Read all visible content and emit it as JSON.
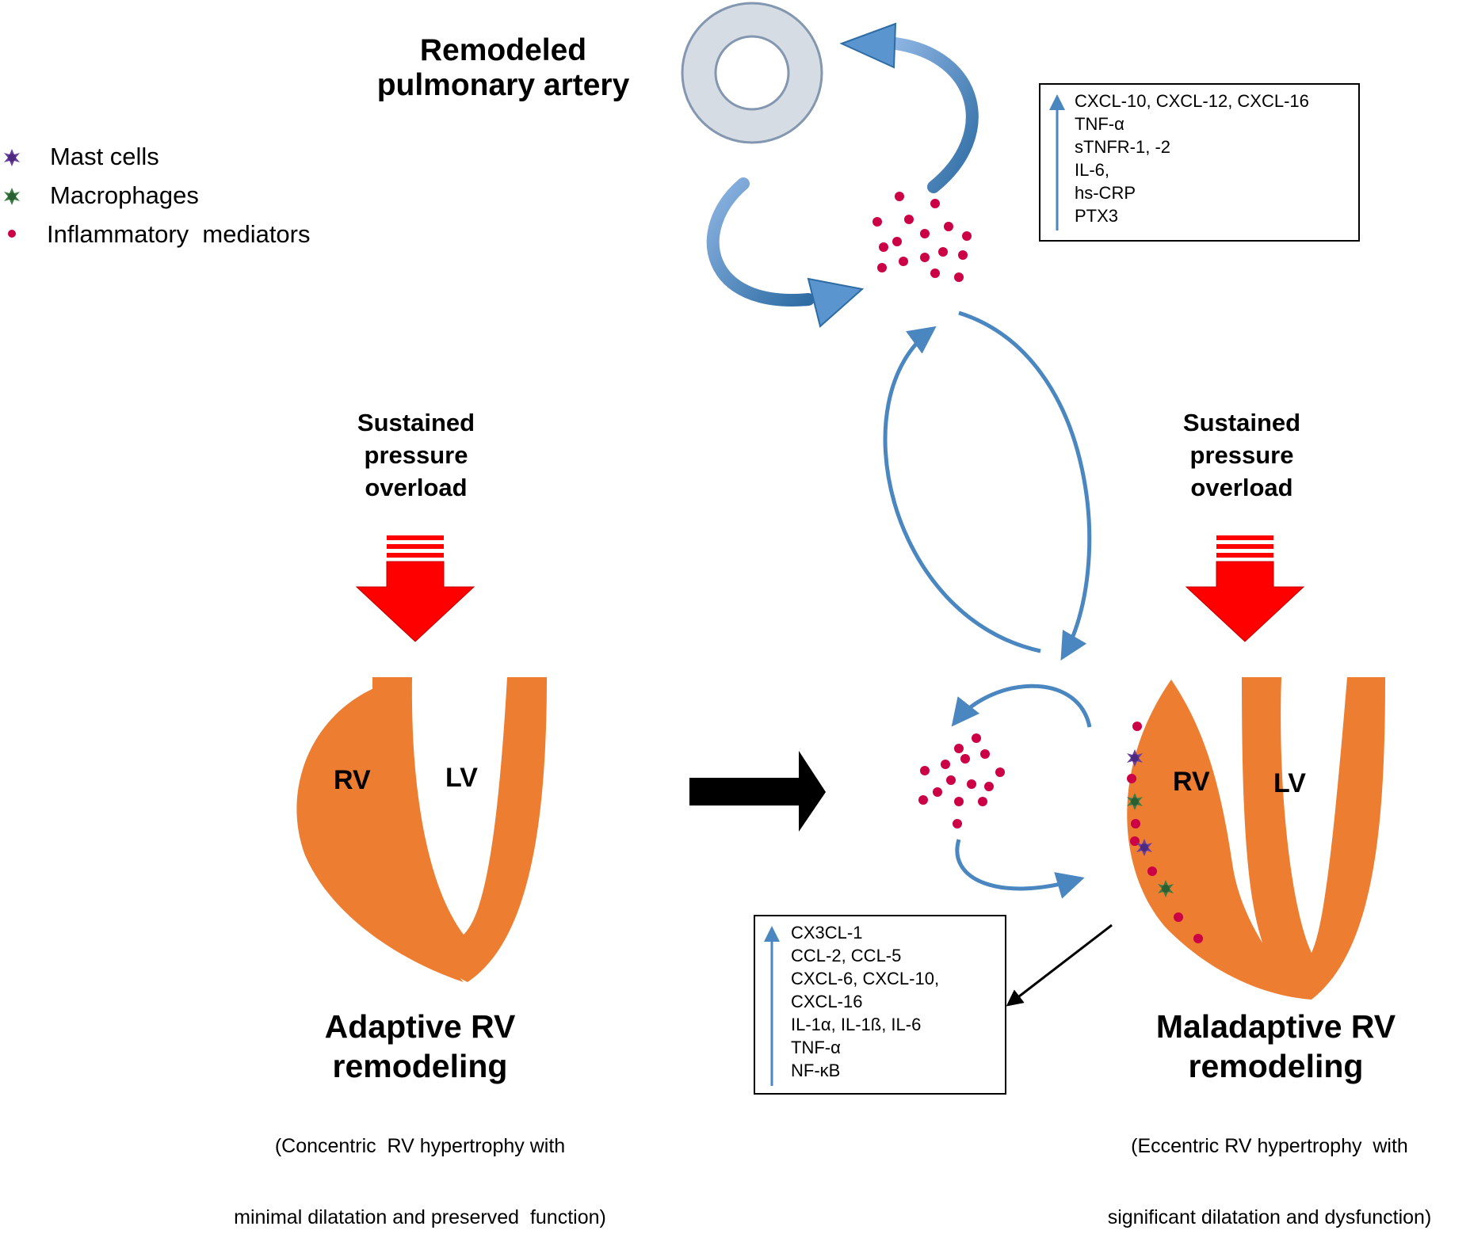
{
  "title": {
    "line1": "Remodeled",
    "line2": "pulmonary artery"
  },
  "legend": [
    {
      "icon": "mast-cell-icon",
      "label": "Mast cells",
      "color": "#6b3fa0"
    },
    {
      "icon": "macrophage-icon",
      "label": "Macrophages",
      "color": "#3a7d44"
    },
    {
      "icon": "inflammatory-mediator-icon",
      "label": "Inflammatory  mediators",
      "color": "#cc0044"
    }
  ],
  "top_box": {
    "items": [
      "CXCL-10, CXCL-12, CXCL-16",
      "TNF-α",
      "sTNFR-1, -2",
      "IL-6,",
      "hs-CRP",
      "PTX3"
    ]
  },
  "bottom_box": {
    "items": [
      "CX3CL-1",
      "CCL-2, CCL-5",
      "CXCL-6, CXCL-10,",
      "CXCL-16",
      "IL-1α, IL-1ß, IL-6",
      "TNF-α",
      "NF-κB"
    ]
  },
  "left": {
    "stimulus": [
      "Sustained",
      "pressure",
      "overload"
    ],
    "rv_label": "RV",
    "lv_label": "LV",
    "title_line1": "Adaptive RV",
    "title_line2": "remodeling",
    "desc_line1": "(Concentric  RV hypertrophy with",
    "desc_line2": "minimal dilatation and preserved  function)"
  },
  "right": {
    "stimulus": [
      "Sustained",
      "pressure",
      "overload"
    ],
    "rv_label": "RV",
    "lv_label": "LV",
    "title_line1": "Maladaptive RV",
    "title_line2": "remodeling",
    "desc_line1": "(Eccentric RV hypertrophy  with",
    "desc_line2": "significant dilatation and dysfunction)"
  },
  "colors": {
    "heart": "#ed7d31",
    "pressure_arrow": "#ff0000",
    "flow_arrow": "#4a86c0",
    "artery_fill": "#d6dce4",
    "artery_stroke": "#8497b0",
    "mediator": "#cc0044",
    "mast_cell": "#6b3fa0",
    "macrophage": "#3a7d44"
  }
}
